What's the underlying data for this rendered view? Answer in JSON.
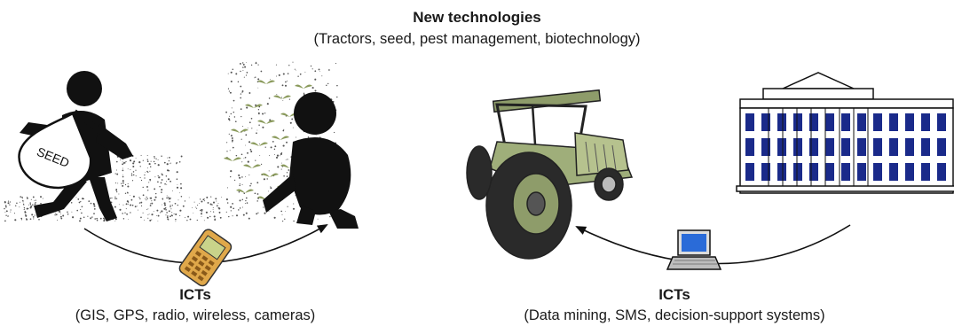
{
  "top": {
    "title": "New technologies",
    "subtitle": "(Tractors, seed, pest management, biotechnology)"
  },
  "left": {
    "title": "ICTs",
    "subtitle": "(GIS, GPS, radio, wireless, cameras)",
    "bag_label": "SEED"
  },
  "right": {
    "title": "ICTs",
    "subtitle": "(Data mining, SMS, decision-support systems)"
  },
  "colors": {
    "figure": "#1a1a1a",
    "seedling": "#8a9a5b",
    "tractor_body": "#9fae7a",
    "phone": "#e0a84a",
    "building_windows": "#1a2a8a",
    "laptop_screen": "#2a6bd8"
  }
}
